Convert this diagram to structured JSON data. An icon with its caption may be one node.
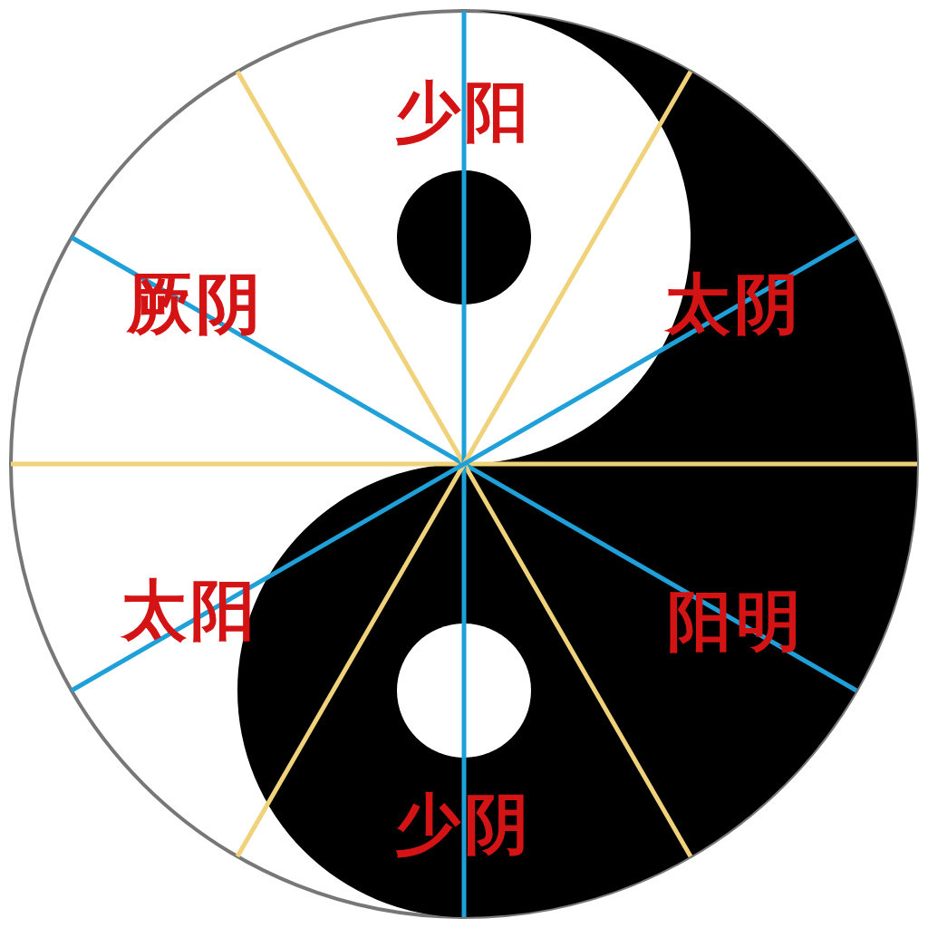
{
  "diagram": {
    "labels": [
      "少阳",
      "厥阴",
      "太阴",
      "太阳",
      "阳明",
      "少阴"
    ]
  }
}
